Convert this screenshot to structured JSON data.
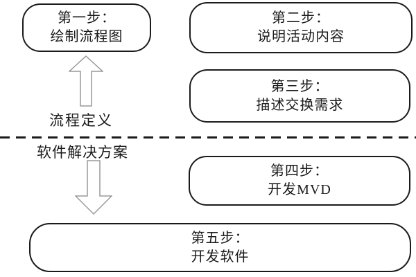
{
  "diagram": {
    "steps": [
      {
        "line1": "第一步：",
        "line2": "绘制流程图"
      },
      {
        "line1": "第二步：",
        "line2": "说明活动内容"
      },
      {
        "line1": "第三步：",
        "line2": "描述交换需求"
      },
      {
        "line1": "第四步：",
        "line2": "开发MVD"
      },
      {
        "line1": "第五步：",
        "line2": "开发软件"
      }
    ],
    "labels": {
      "above_divider": "流程定义",
      "below_divider": "软件解决方案"
    },
    "icons": {
      "up_arrow": "up-block-arrow",
      "down_arrow": "down-block-arrow"
    },
    "colors": {
      "background": "#ffffff",
      "box_border": "#1a1a1a",
      "text": "#1a1a1a",
      "arrow_outline": "#999999",
      "arrow_fill": "#ffffff",
      "divider": "#1a1a1a"
    }
  }
}
